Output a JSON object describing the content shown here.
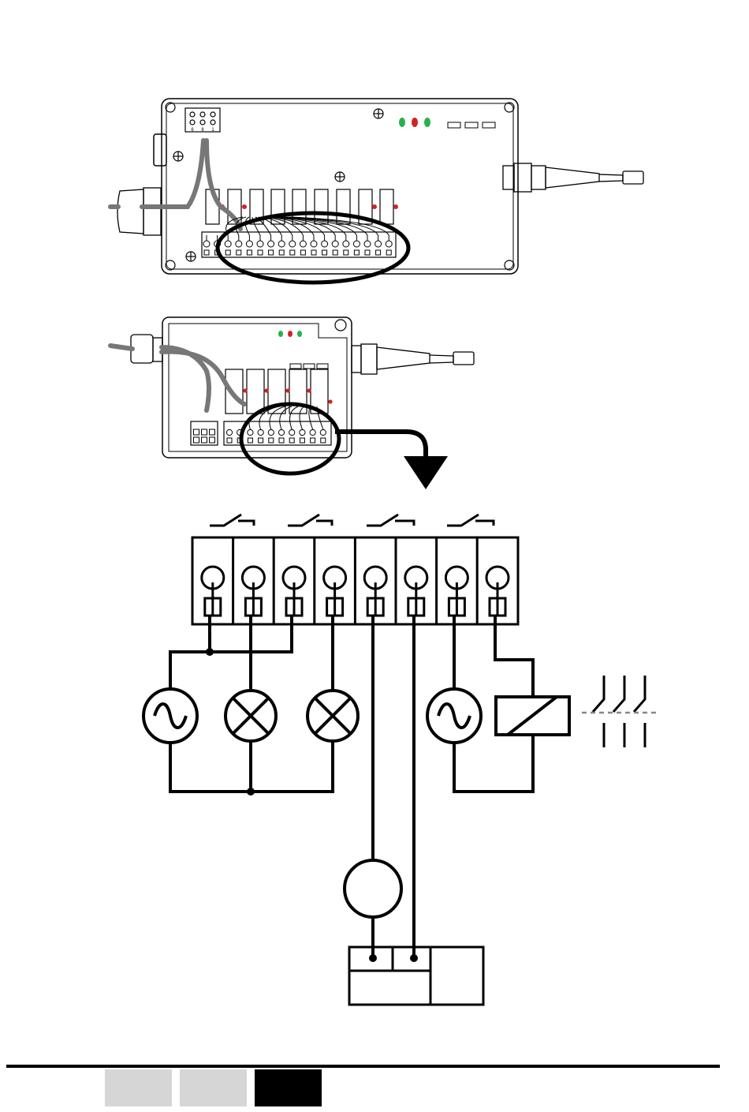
{
  "top_unit": {
    "header_pin_labels": [
      "6",
      "8",
      "1"
    ]
  },
  "colors": {
    "ink": "#000000",
    "cable": "#777777",
    "led_green": "#27b24a",
    "led_red": "#d32222",
    "footer_tab_inactive": "#d6d6d6",
    "footer_tab_active": "#000000"
  },
  "footer": {
    "tabs": [
      "",
      "",
      ""
    ]
  }
}
